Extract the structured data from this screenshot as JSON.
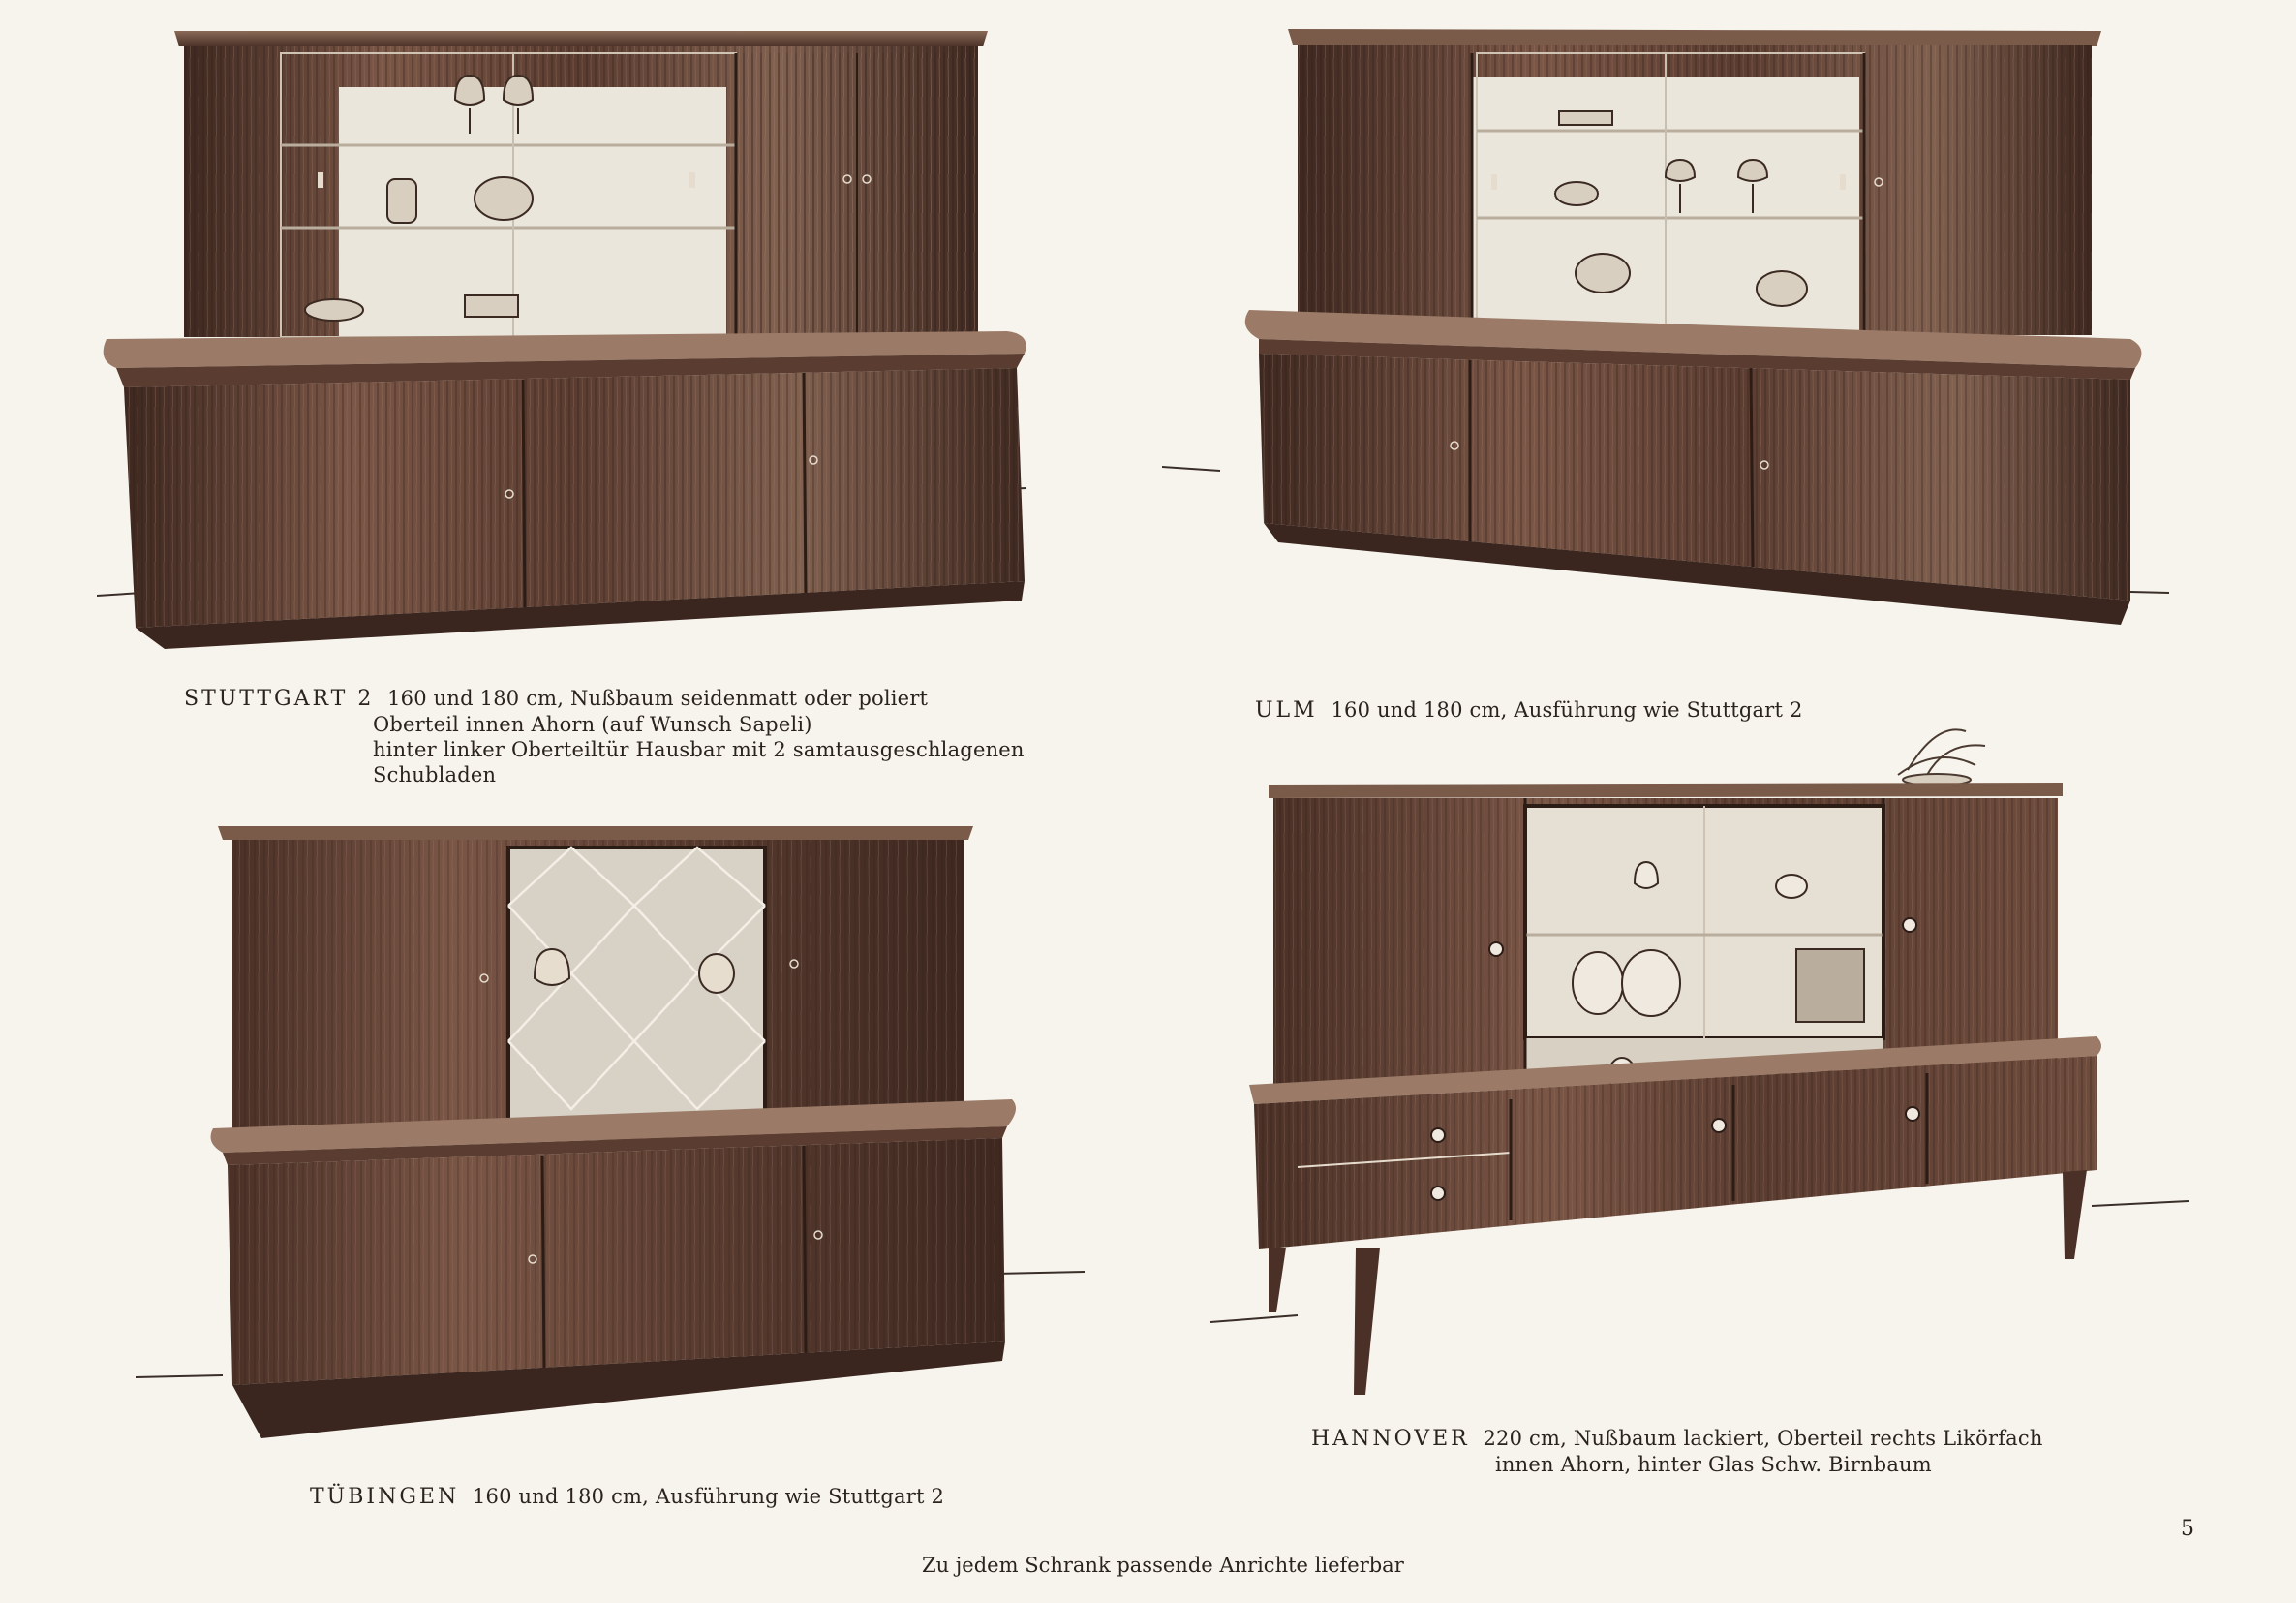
{
  "products": [
    {
      "name": "STUTTGART 2",
      "lines": [
        "160 und 180 cm, Nußbaum seidenmatt oder poliert",
        "Oberteil innen Ahorn (auf Wunsch Sapeli)",
        "hinter linker Oberteiltür Hausbar mit 2 samtausgeschlagenen",
        "Schubladen"
      ]
    },
    {
      "name": "ULM",
      "lines": [
        "160 und 180 cm, Ausführung wie Stuttgart 2"
      ]
    },
    {
      "name": "TÜBINGEN",
      "lines": [
        "160 und 180 cm, Ausführung wie Stuttgart 2"
      ]
    },
    {
      "name": "HANNOVER",
      "lines": [
        "220 cm, Nußbaum lackiert, Oberteil rechts Likörfach",
        "innen Ahorn, hinter Glas Schw. Birnbaum"
      ]
    }
  ],
  "footer": "Zu jedem Schrank passende Anrichte lieferbar",
  "page_number": "5",
  "colors": {
    "paper": "#f7f4ee",
    "wood_dark": "#4a3026",
    "wood_mid": "#6e4c3d",
    "wood_light": "#9a7462",
    "glass_interior": "#e9e4da",
    "ink": "#2b231d"
  }
}
